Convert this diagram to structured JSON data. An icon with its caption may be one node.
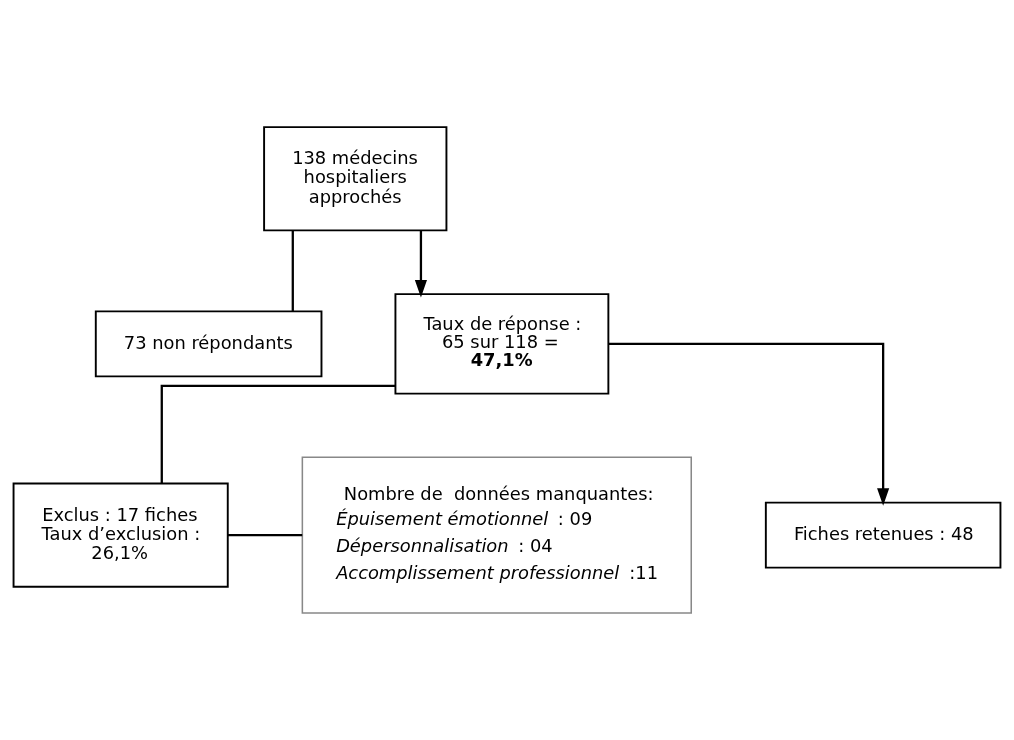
{
  "diagram": {
    "nodes": [
      {
        "text": [
          "138 médecins hospitaliers approchés"
        ]
      },
      {
        "text": [
          "73 non répondants"
        ]
      },
      {
        "text": [
          "Taux de réponse : 65 sur 118 = **47,1%**"
        ]
      },
      {
        "text": [
          "Exclus : 17 fiches Taux d’exclusion : 26,1%"
        ]
      },
      {
        "text": [
          "Nombre de  données manquantes:",
          "*Épuisement émotionnel* : 09",
          "*Dépersonnalisation* : 04",
          "*Accomplissement professionnel* :11"
        ]
      },
      {
        "text": [
          "Fiches retenues : 48"
        ]
      }
    ],
    "edges": [
      {
        "from": 0,
        "to": 2,
        "arrow": "to"
      },
      {
        "from": 0,
        "to": 1,
        "arrow": "none"
      },
      {
        "from": 2,
        "to": 3,
        "arrow": "none"
      },
      {
        "from": 3,
        "to": 4,
        "arrow": "none"
      },
      {
        "from": 2,
        "to": 5,
        "arrow": "to"
      }
    ]
  }
}
